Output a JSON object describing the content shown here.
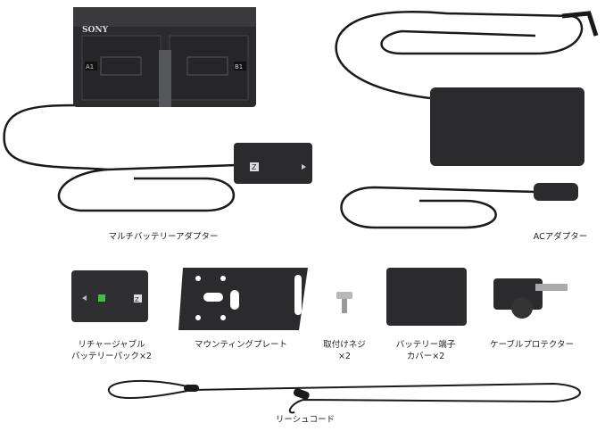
{
  "products": {
    "multi_adapter": {
      "label": "マルチバッテリーアダプター",
      "brand": "SONY",
      "slot_a": "A1",
      "slot_b": "B1",
      "dummy_battery_mark": "Z"
    },
    "ac_adapter": {
      "label": "ACアダプター"
    },
    "battery": {
      "label_line1": "リチャージャブル",
      "label_line2": "バッテリーパック×2",
      "mark": "Z"
    },
    "mounting_plate": {
      "label": "マウンティングプレート"
    },
    "screw": {
      "label_line1": "取付けネジ",
      "label_line2": "×2"
    },
    "terminal_cover": {
      "label_line1": "バッテリー端子",
      "label_line2": "カバー×2"
    },
    "cable_protector": {
      "label": "ケーブルプロテクター"
    },
    "leash_cord": {
      "label": "リーシュコード"
    }
  },
  "colors": {
    "product_body": "#2b2b2d",
    "cable": "#1a1a1a",
    "background": "#ffffff"
  }
}
